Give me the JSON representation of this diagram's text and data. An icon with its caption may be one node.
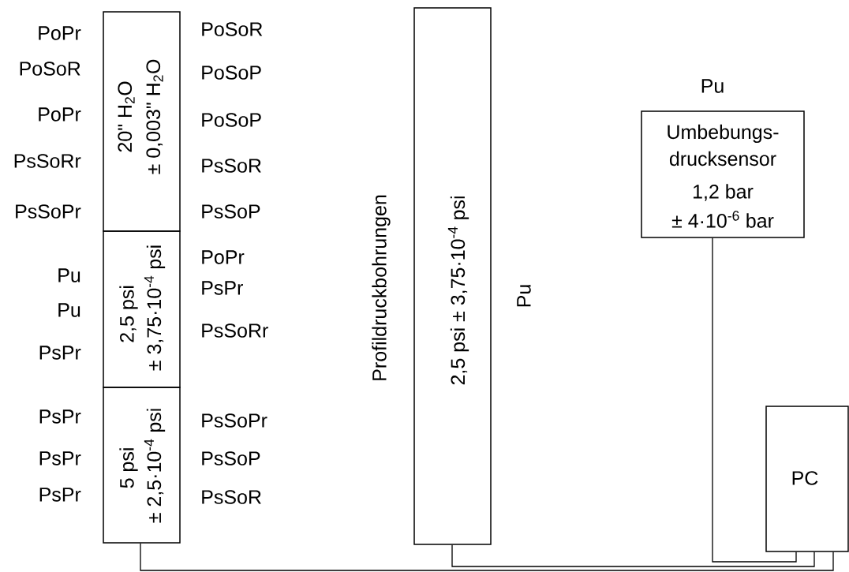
{
  "diagram": {
    "nodes": [
      {
        "text": [
          "20\" H$_{2}$O",
          "± 0,003\" H$_{2}$O"
        ]
      },
      {
        "text": [
          "2,5 psi",
          "± 3,75·10$^{-4}$ psi"
        ]
      },
      {
        "text": [
          "5 psi",
          "± 2,5·10$^{-4}$ psi"
        ]
      },
      {
        "text": [
          "2,5 psi ± 3,75·10$^{-4}$ psi"
        ],
        "beside": [
          "Profildruckbohrungen"
        ]
      },
      {
        "text": [
          "Umbebungs- drucksensor",
          "1,2 bar",
          "± 4·10$^{-6}$ bar"
        ],
        "beside": [
          "Pu"
        ]
      },
      {
        "text": [
          "PC"
        ]
      }
    ],
    "edges": [
      {
        "from": 2,
        "to": 5,
        "arrow": "none"
      },
      {
        "from": 3,
        "to": 5,
        "arrow": "none"
      },
      {
        "from": 4,
        "to": 5,
        "arrow": "none"
      }
    ],
    "labels": [
      "PoPr",
      "PoSoR",
      "PoPr",
      "PsSoRr",
      "PsSoPr",
      "Pu",
      "Pu",
      "PsPr",
      "PsPr",
      "PsPr",
      "PsPr",
      "PoSoR",
      "PoSoP",
      "PoSoP",
      "PsSoR",
      "PsSoP",
      "PoPr",
      "PsPr",
      "PsSoRr",
      "PsSoPr",
      "PsSoP",
      "PsSoR",
      "Pu"
    ]
  }
}
